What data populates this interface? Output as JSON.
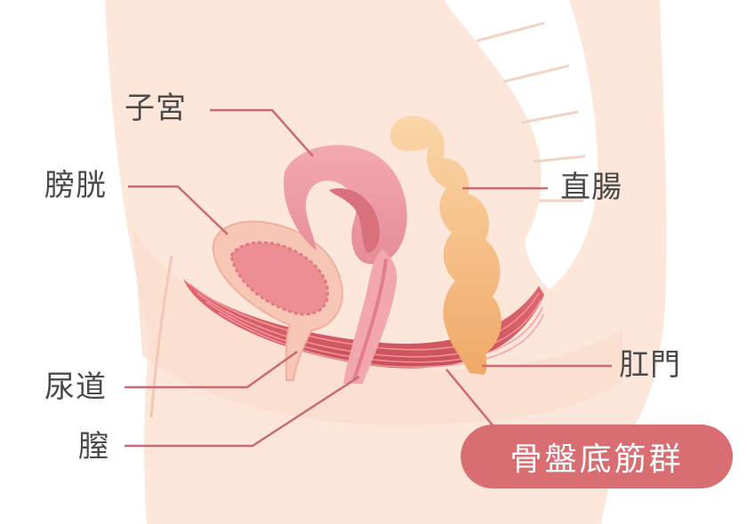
{
  "labels": {
    "uterus": "子宮",
    "bladder": "膀胱",
    "rectum": "直腸",
    "urethra": "尿道",
    "vagina": "膣",
    "anus": "肛門"
  },
  "highlight_label": "骨盤底筋群",
  "colors": {
    "skin": "#fde6d8",
    "organ_pink": "#ee9aa3",
    "muscle_red": "#dd5f68",
    "rectum_orange": "#f5b877",
    "bone_white": "#ffffff",
    "leader_line": "#c96b72",
    "badge": "#d86d72"
  }
}
